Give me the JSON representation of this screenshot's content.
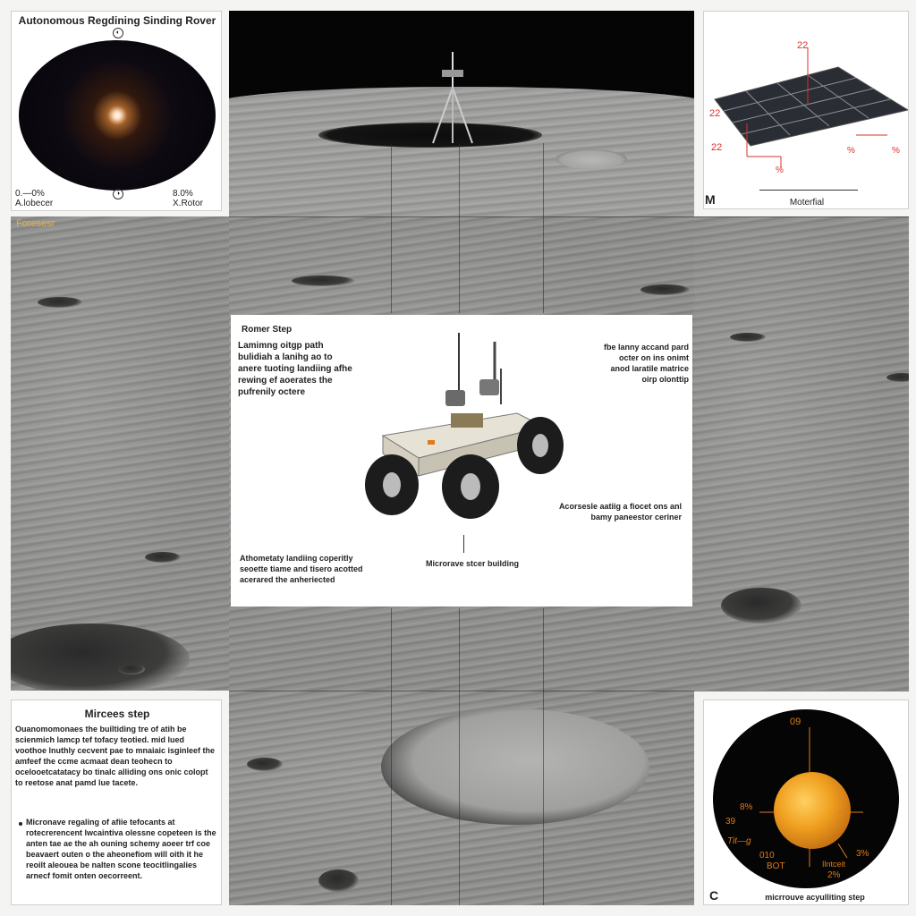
{
  "top_left": {
    "title": "Autonomous Regdining Sinding Rover",
    "stat_left_value": "0.—0%",
    "stat_left_label": "A.lobecer",
    "stat_right_value": "8.0%",
    "stat_right_label": "X.Rotor"
  },
  "left_strip": {
    "label": "Foresesr"
  },
  "top_right": {
    "label_top": "22",
    "label_left": "22",
    "label_lower_left": "22",
    "label_right_a": "%",
    "label_right_b": "%",
    "label_bottom": "%",
    "corner_letter": "M",
    "scale_label": "Moterfial"
  },
  "center_card": {
    "title": "Romer Step",
    "left_note": "Lamimng oitgp path bulidiah a lanihg ao to anere tuoting landiing afhe rewing ef aoerates the pufrenily octere",
    "right_note": "fbe lanny accand pard octer on ins onimt anod laratile matrice oirp olonttip",
    "right_note_2": "Acorsesle aatiig a fiocet ons anl bamy paneestor ceriner",
    "left_bottom_note": "Athometaty landiing coperitly seoette tiame and tisero acotted acerared the anheriected",
    "bottom_caption": "Microrave stcer building"
  },
  "bottom_left": {
    "title": "Mircees step",
    "paragraph": "Ouanomomonaes the builtiding tre of atih be scienmich lamcp tef tofacy teotied. mid lued voothoe lnuthly cecvent pae to mnaiaic isginleef the amfeef the ccme acmaat dean teohecn to ocelooetcatatacy bo tinalc alliding ons onic colopt to reetose anat pamd lue tacete.",
    "bullet": "Micronave regaling of afiie tefocants at rotecrerencent lwcaintiva olessne copeteen is the anten tae ae the ah ouning schemy aoeer trf coe beavaert outen o the aheonefiom will oith it he reoilt aleouea be nalten scone teocitlingalies arnecf fomit onten oecorreent."
  },
  "bottom_right": {
    "label_top": "09",
    "label_left_a": "8%",
    "label_left_b": "39",
    "label_left_c": "Tit—g",
    "label_bottom_a": "010",
    "label_bottom_b": "BOT",
    "label_right_a": "3%",
    "label_right_b": "Ilntceit",
    "label_right_c": "2%",
    "corner_letter": "C",
    "caption": "micrrouve acyulliting step"
  },
  "colors": {
    "annotation_red": "#d8322a",
    "annotation_orange": "#e07a1a",
    "moon_orange": "#f0a020"
  }
}
